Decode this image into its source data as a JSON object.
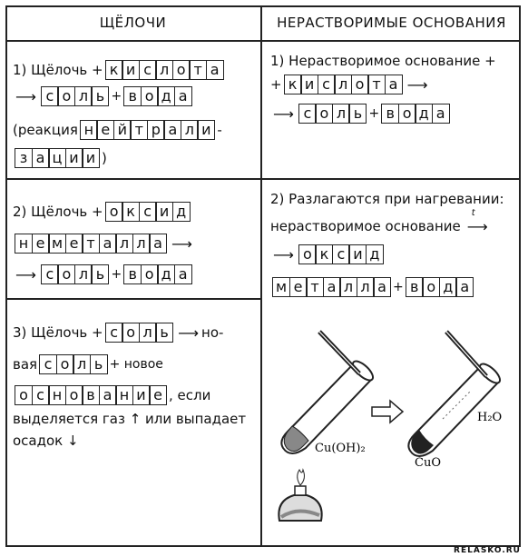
{
  "headers": {
    "left": "ЩЁЛОЧИ",
    "right": "НЕРАСТВОРИМЫЕ ОСНОВАНИЯ"
  },
  "left": {
    "block1": {
      "prefix": "1) Щёлочь +",
      "acid": [
        "к",
        "и",
        "с",
        "л",
        "о",
        "т",
        "а"
      ],
      "arrow": "⟶",
      "salt": [
        "с",
        "о",
        "л",
        "ь"
      ],
      "plus": "+",
      "water": [
        "в",
        "о",
        "д",
        "а"
      ],
      "reaction_open": "(реакция",
      "neutral1": [
        "н",
        "е",
        "й",
        "т",
        "р",
        "а",
        "л",
        "и"
      ],
      "hyphen": "-",
      "neutral2": [
        "з",
        "а",
        "ц",
        "и",
        "и"
      ],
      "close": ")"
    },
    "block2": {
      "prefix": "2) Щёлочь +",
      "oxide": [
        "о",
        "к",
        "с",
        "и",
        "д"
      ],
      "nonmetal": [
        "н",
        "е",
        "м",
        "е",
        "т",
        "а",
        "л",
        "л",
        "а"
      ],
      "arrow": "⟶",
      "salt": [
        "с",
        "о",
        "л",
        "ь"
      ],
      "plus": "+",
      "water": [
        "в",
        "о",
        "д",
        "а"
      ]
    },
    "block3": {
      "prefix": "3) Щёлочь +",
      "salt": [
        "с",
        "о",
        "л",
        "ь"
      ],
      "arrow": "⟶",
      "new1": "но-",
      "new2": "вая",
      "salt2": [
        "с",
        "о",
        "л",
        "ь"
      ],
      "new_base_text": "+ новое",
      "base": [
        "о",
        "с",
        "н",
        "о",
        "в",
        "а",
        "н",
        "и",
        "е"
      ],
      "if_text": ", если",
      "gas_text": "выделяется газ ↑ или выпадает",
      "precip_text": "осадок ↓"
    }
  },
  "right": {
    "block1": {
      "line1": "1) Нерастворимое основание +",
      "plus": "+",
      "acid": [
        "к",
        "и",
        "с",
        "л",
        "о",
        "т",
        "а"
      ],
      "arrow": "⟶",
      "salt": [
        "с",
        "о",
        "л",
        "ь"
      ],
      "plus2": "+",
      "water": [
        "в",
        "о",
        "д",
        "а"
      ]
    },
    "block2": {
      "line1": "2) Разлагаются при нагревании:",
      "line2": "нерастворимое основание",
      "heat": "t",
      "arrow": "⟶",
      "oxide": [
        "о",
        "к",
        "с",
        "и",
        "д"
      ],
      "metal": [
        "м",
        "е",
        "т",
        "а",
        "л",
        "л",
        "а"
      ],
      "plus": "+",
      "water": [
        "в",
        "о",
        "д",
        "а"
      ]
    },
    "illustration": {
      "label_cuoh2": "Cu(OH)₂",
      "label_cuo": "CuO",
      "label_h2o": "H₂O"
    }
  },
  "watermark": "RELASKO.RU"
}
